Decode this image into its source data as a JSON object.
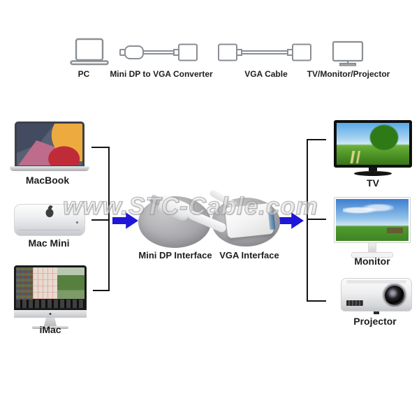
{
  "legend": {
    "items": [
      {
        "label": "PC",
        "icon": "laptop-icon"
      },
      {
        "label": "Mini DP to VGA Converter",
        "icon": "minidp-to-vga-converter-icon"
      },
      {
        "label": "VGA Cable",
        "icon": "vga-cable-icon"
      },
      {
        "label": "TV/Monitor/Projector",
        "icon": "display-icon"
      }
    ]
  },
  "sources": {
    "items": [
      {
        "label": "MacBook"
      },
      {
        "label": "Mac Mini"
      },
      {
        "label": "iMac"
      }
    ]
  },
  "adapters": {
    "items": [
      {
        "label": "Mini DP Interface"
      },
      {
        "label": "VGA Interface"
      }
    ]
  },
  "outputs": {
    "items": [
      {
        "label": "TV"
      },
      {
        "label": "Monitor"
      },
      {
        "label": "Projector"
      }
    ]
  },
  "watermark": {
    "text": "www.STC-Cable.com"
  },
  "colors": {
    "arrow": "#1f16d8",
    "line": "#141414",
    "icon_outline": "#8a8f94"
  }
}
